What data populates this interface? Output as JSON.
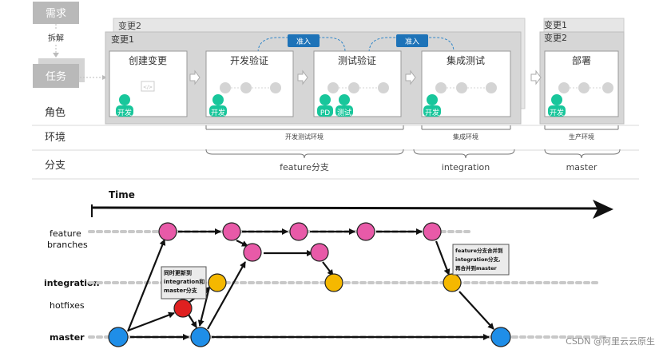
{
  "top": {
    "req_label": "需求",
    "split_label": "拆解",
    "task_label": "任务",
    "change1": "变更1",
    "change2": "变更2",
    "right_change1": "变更1",
    "right_change2": "变更2",
    "enter": "准入",
    "stages": [
      "创建变更",
      "开发验证",
      "测试验证",
      "集成测试",
      "部署"
    ],
    "roles": {
      "dev": "开发",
      "pd": "PD",
      "test": "测试"
    },
    "row_labels": [
      "角色",
      "环境",
      "分支"
    ],
    "envs": [
      "开发测试环境",
      "集成环境",
      "生产环境"
    ],
    "branches": [
      "feature分支",
      "integration",
      "master"
    ]
  },
  "bottom": {
    "time_label": "Time",
    "lanes": [
      "feature",
      "branches",
      "integration",
      "hotfixes",
      "master"
    ],
    "note_hotfix": [
      "同时更新到",
      "integration和",
      "master分支"
    ],
    "note_merge": [
      "feature分支合并到",
      "integration分支,",
      "再合并到master"
    ],
    "watermark": "CSDN @阿里云云原生",
    "colors": {
      "feature": "#e85aa8",
      "integration": "#f5b800",
      "hotfix": "#e02020",
      "master": "#1f8ee8"
    }
  }
}
